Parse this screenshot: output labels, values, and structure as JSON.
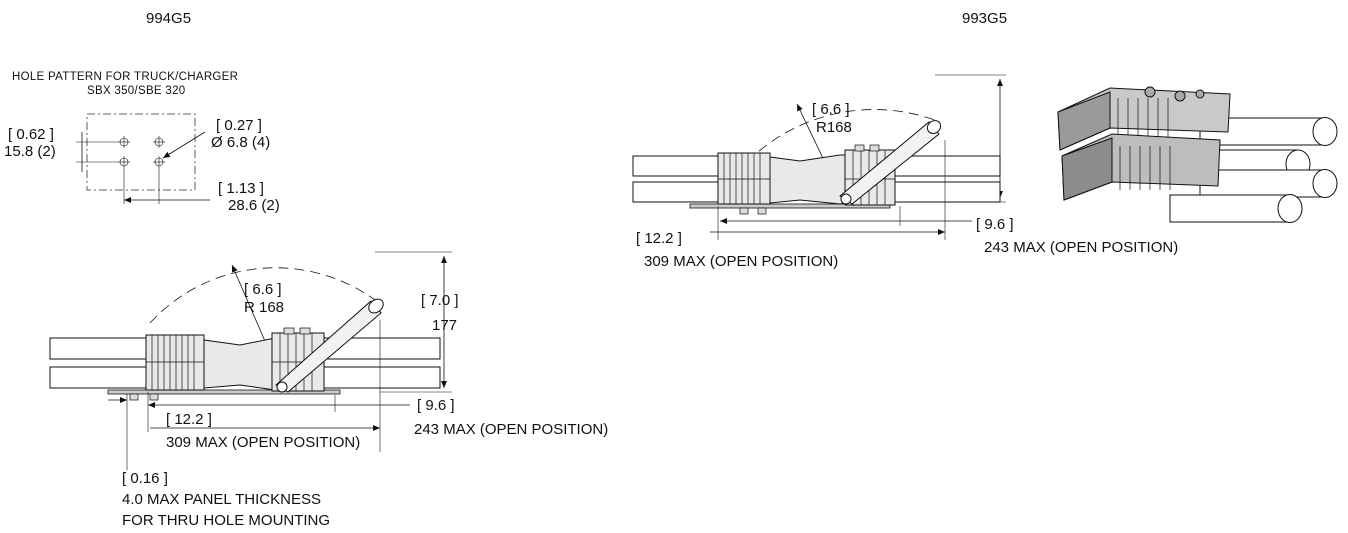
{
  "left_part": {
    "part_number": "994G5",
    "hole_pattern": {
      "title": "HOLE PATTERN FOR TRUCK/CHARGER",
      "subtitle": "SBX 350/SBE 320",
      "dim_a_in": "[ 0.62 ]",
      "dim_a_mm": "15.8 (2)",
      "dim_b_in": "[ 0.27 ]",
      "dim_b_mm": "Ø 6.8 (4)",
      "dim_c_in": "[ 1.13 ]",
      "dim_c_mm": "28.6 (2)"
    },
    "side_view": {
      "radius_in": "[ 6.6 ]",
      "radius_mm": "R 168",
      "height_in": "[ 7.0 ]",
      "height_mm": "177",
      "length_in": "[ 12.2 ]",
      "length_mm": "309  MAX (OPEN POSITION)",
      "reach_in": "[ 9.6 ]",
      "reach_mm": "243  MAX (OPEN POSITION)",
      "panel_in": "[ 0.16 ]",
      "panel_line1": "4.0 MAX PANEL THICKNESS",
      "panel_line2": "FOR THRU HOLE MOUNTING"
    }
  },
  "right_part": {
    "part_number": "993G5",
    "side_view": {
      "radius_in": "[ 6.6 ]",
      "radius_mm": "R168",
      "length_in": "[ 12.2 ]",
      "length_mm": "309  MAX (OPEN POSITION)",
      "reach_in": "[ 9.6 ]",
      "reach_mm": "243  MAX (OPEN POSITION)"
    }
  }
}
